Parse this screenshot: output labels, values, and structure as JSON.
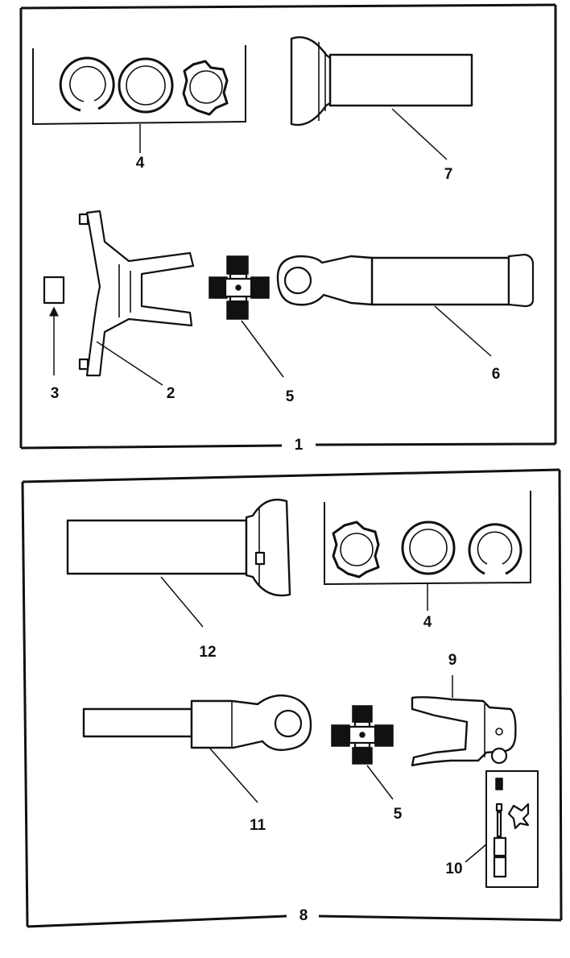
{
  "colors": {
    "ink": "#111111",
    "paper": "#ffffff"
  },
  "assembly_top": {
    "label": "1"
  },
  "assembly_bottom": {
    "label": "8"
  },
  "callouts": {
    "top_retaining_rings": "4",
    "top_slip_yoke": "7",
    "flange_yoke": "2",
    "grease_fitting": "3",
    "top_bearing_kit": "5",
    "front_shaft": "6",
    "bottom_slip_yoke": "12",
    "bottom_retaining_rings": "4",
    "bottom_bearing_kit": "5",
    "rear_shaft": "11",
    "end_yoke": "9",
    "hardware_kit": "10"
  }
}
